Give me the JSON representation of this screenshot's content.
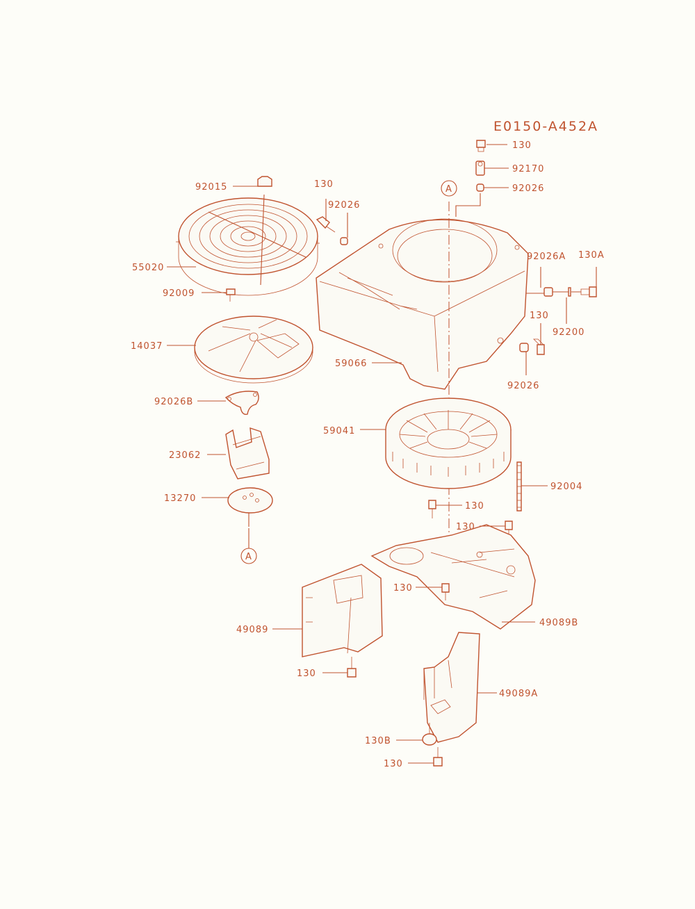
{
  "diagram_code": "E0150-A452A",
  "reference_marker": "A",
  "colors": {
    "line": "#c0532f",
    "background": "#fdfdf8"
  },
  "callouts": [
    "130",
    "92170",
    "92026",
    "92015",
    "130",
    "92026",
    "55020",
    "92026A",
    "130A",
    "92009",
    "92200",
    "130",
    "14037",
    "59066",
    "92026",
    "92026B",
    "59041",
    "23062",
    "92004",
    "130",
    "13270",
    "130",
    "130",
    "49089B",
    "49089",
    "130",
    "49089A",
    "130B",
    "130"
  ]
}
